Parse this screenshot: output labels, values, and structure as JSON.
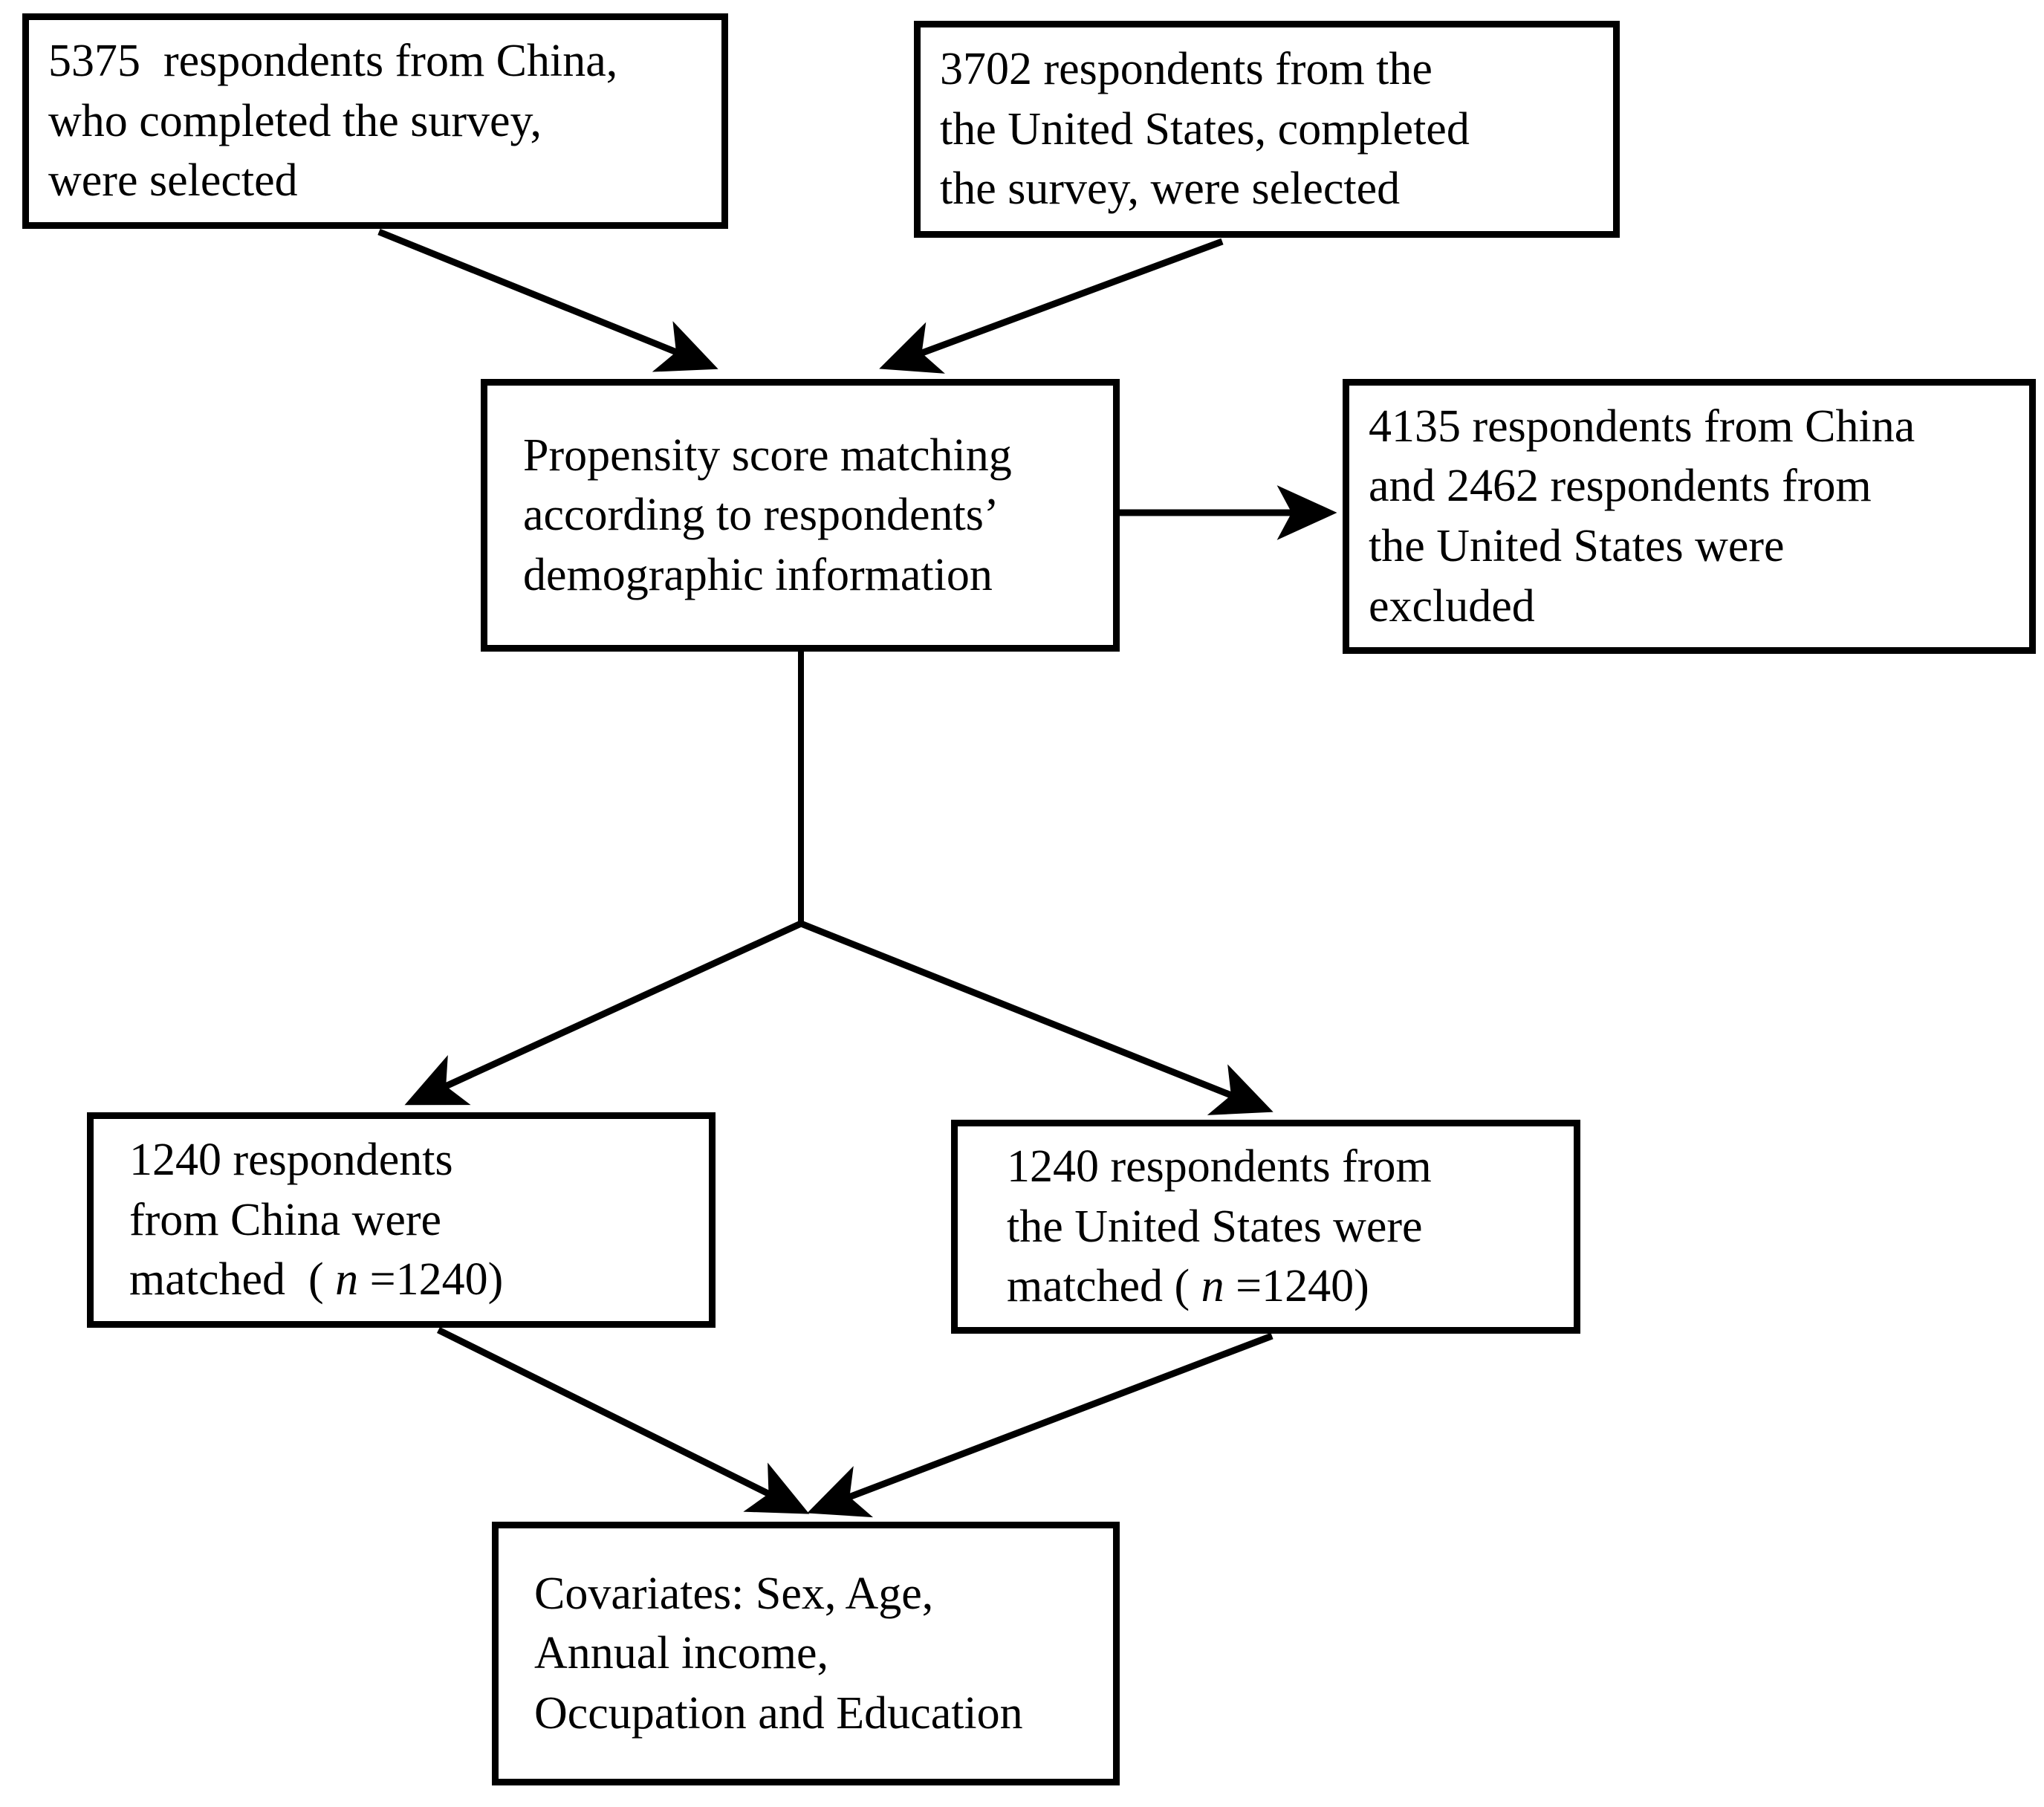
{
  "diagram": {
    "type": "flowchart",
    "title": "Propensity score matching participant flow",
    "stroke_color": "#000000",
    "background_color": "#ffffff",
    "nodes": {
      "china_selected": {
        "id": "china-selected",
        "lines": [
          "5375  respondents from China,",
          "who completed the survey,",
          "were selected"
        ],
        "count": 5375,
        "country": "China"
      },
      "us_selected": {
        "id": "us-selected",
        "lines": [
          "3702 respondents from the",
          "the United States, completed",
          "the survey, were selected"
        ],
        "count": 3702,
        "country": "United States"
      },
      "psm": {
        "id": "propensity-score-matching",
        "lines": [
          "Propensity score matching",
          "according to respondents’",
          "demographic information"
        ]
      },
      "excluded": {
        "id": "excluded",
        "lines": [
          "4135 respondents from China",
          "and 2462 respondents from",
          "the United States were",
          "excluded"
        ],
        "excluded_china": 4135,
        "excluded_us": 2462
      },
      "china_matched": {
        "id": "china-matched",
        "line1": "1240 respondents",
        "line2": "from China were",
        "line3_prefix": "matched  ( ",
        "line3_italic": "n",
        "line3_suffix": " =1240)",
        "count": 1240
      },
      "us_matched": {
        "id": "us-matched",
        "line1": "1240 respondents from",
        "line2": "the United States were",
        "line3_prefix": "matched ( ",
        "line3_italic": "n",
        "line3_suffix": " =1240)",
        "count": 1240
      },
      "covariates": {
        "id": "covariates",
        "lines": [
          "Covariates: Sex, Age,",
          "Annual income,",
          "Occupation and Education"
        ],
        "items": [
          "Sex",
          "Age",
          "Annual income",
          "Occupation",
          "Education"
        ]
      }
    },
    "edges": [
      {
        "from": "china_selected",
        "to": "psm",
        "style": "arrow-diagonal"
      },
      {
        "from": "us_selected",
        "to": "psm",
        "style": "arrow-diagonal"
      },
      {
        "from": "psm",
        "to": "excluded",
        "style": "arrow-horizontal"
      },
      {
        "from": "psm",
        "to": "china_matched",
        "style": "arrow-fork-left"
      },
      {
        "from": "psm",
        "to": "us_matched",
        "style": "arrow-fork-right"
      },
      {
        "from": "china_matched",
        "to": "covariates",
        "style": "arrow-merge-left"
      },
      {
        "from": "us_matched",
        "to": "covariates",
        "style": "arrow-merge-right"
      }
    ]
  }
}
